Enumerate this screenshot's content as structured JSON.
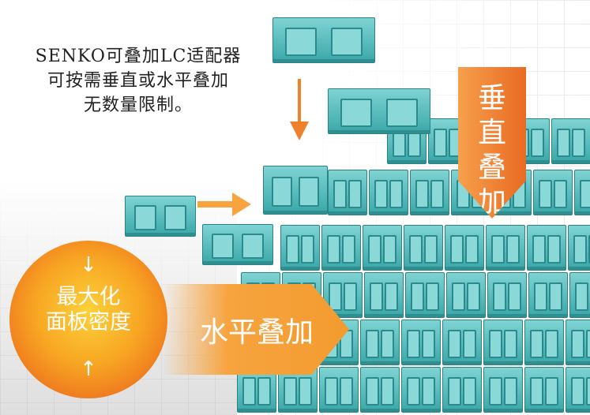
{
  "intro": {
    "line1": "SENKO可叠加LC适配器",
    "line2": "可按需垂直或水平叠加",
    "line3": "无数量限制。"
  },
  "vertical_label": "垂直叠加",
  "horizontal_label": "水平叠加",
  "badge": {
    "line1": "最大化",
    "line2": "面板密度",
    "up_arrow": "↑",
    "down_arrow": "↓"
  },
  "colors": {
    "orange": "#ef7a2a",
    "teal": "#4ab3b4"
  }
}
